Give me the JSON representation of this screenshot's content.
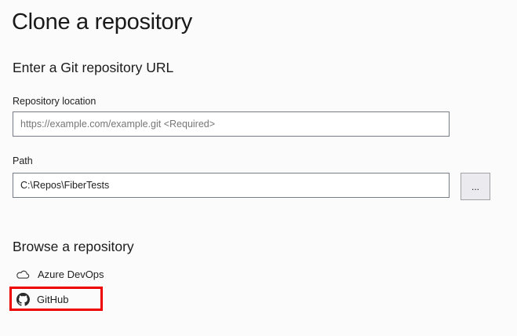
{
  "title": "Clone a repository",
  "url_section": {
    "heading": "Enter a Git repository URL",
    "repo_location_label": "Repository location",
    "repo_location_placeholder": "https://example.com/example.git <Required>",
    "path_label": "Path",
    "path_value": "C:\\Repos\\FiberTests",
    "browse_button_label": "..."
  },
  "browse_section": {
    "heading": "Browse a repository",
    "providers": [
      {
        "name": "Azure DevOps",
        "icon": "cloud-icon",
        "highlighted": false
      },
      {
        "name": "GitHub",
        "icon": "github-icon",
        "highlighted": true
      }
    ]
  },
  "colors": {
    "background": "#fbfbfb",
    "highlight_red": "#ee0000",
    "input_border": "#767d87",
    "button_background": "#ebebef",
    "placeholder_text": "#767676",
    "text": "#1e1e1e"
  }
}
